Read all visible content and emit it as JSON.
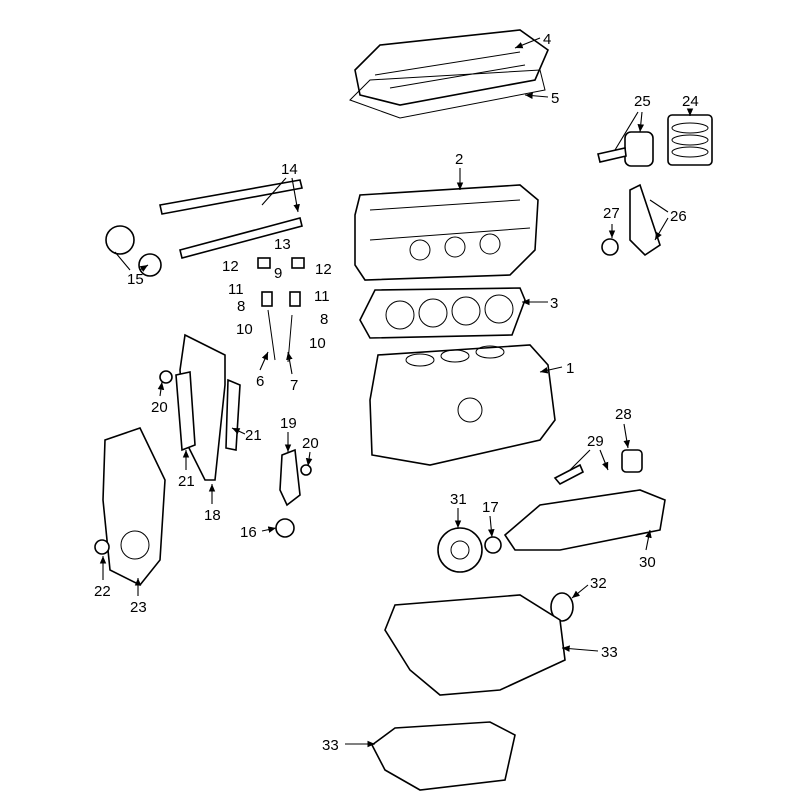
{
  "diagram": {
    "title": "Engine exploded parts diagram",
    "callouts": [
      "4",
      "5",
      "25",
      "24",
      "2",
      "14",
      "27",
      "26",
      "13",
      "12",
      "12",
      "9",
      "11",
      "11",
      "3",
      "8",
      "8",
      "10",
      "10",
      "15",
      "1",
      "6",
      "7",
      "20",
      "21",
      "28",
      "19",
      "20",
      "29",
      "21",
      "18",
      "31",
      "17",
      "16",
      "30",
      "32",
      "22",
      "23",
      "33",
      "33"
    ]
  }
}
